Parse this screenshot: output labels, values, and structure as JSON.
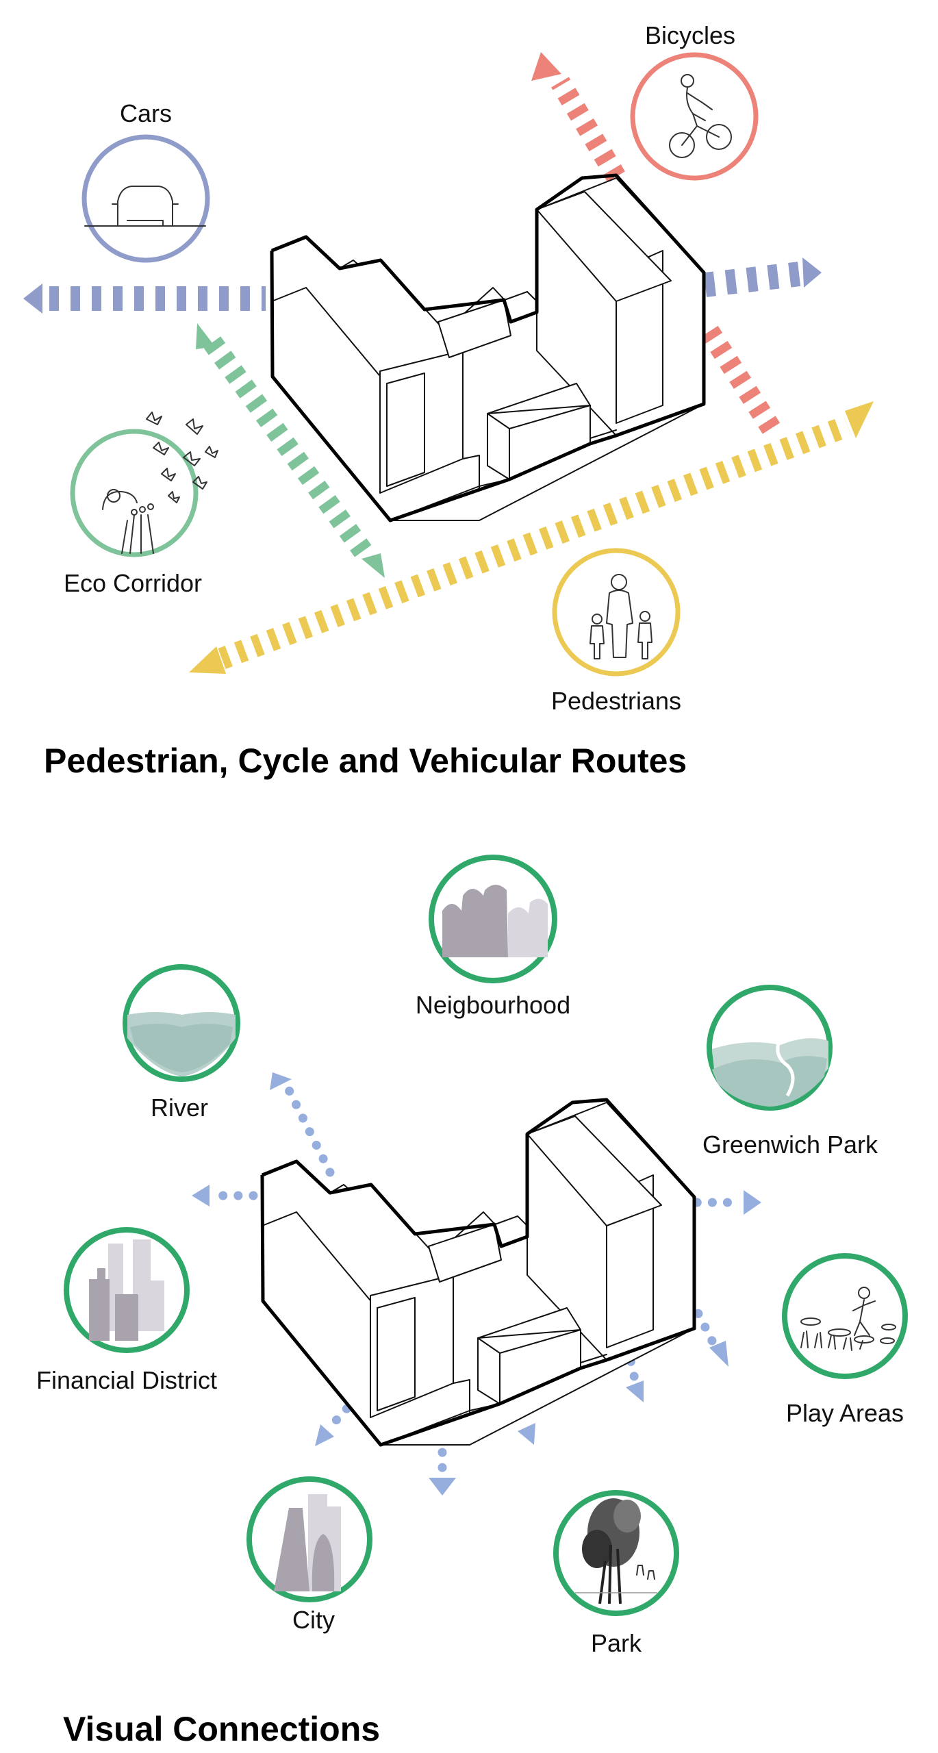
{
  "colors": {
    "cars": "#8f9bc9",
    "bicycles": "#ec8278",
    "eco": "#7fc39a",
    "pedestrians": "#ebc952",
    "visual": "#95aede",
    "visual_ring": "#2fa86a",
    "grey_dark": "#a9a3ad",
    "grey_light": "#d9d6dd",
    "water": "#b7d0cb"
  },
  "routes": {
    "title": "Pedestrian, Cycle and Vehicular Routes",
    "cars": {
      "label": "Cars",
      "icon": "car-icon"
    },
    "bicycles": {
      "label": "Bicycles",
      "icon": "cyclist-icon"
    },
    "eco": {
      "label": "Eco Corridor",
      "icon": "butterflies-icon"
    },
    "pedestrians": {
      "label": "Pedestrians",
      "icon": "family-icon"
    }
  },
  "visual": {
    "title": "Visual Connections",
    "neighbourhood": {
      "label": "Neigbourhood",
      "icon": "neighbourhood-icon"
    },
    "river": {
      "label": "River",
      "icon": "river-icon"
    },
    "greenwich": {
      "label": "Greenwich Park",
      "icon": "hills-icon"
    },
    "financial": {
      "label": "Financial District",
      "icon": "skyline-icon"
    },
    "play": {
      "label": "Play Areas",
      "icon": "play-area-icon"
    },
    "city": {
      "label": "City",
      "icon": "city-towers-icon"
    },
    "park": {
      "label": "Park",
      "icon": "tree-icon"
    }
  }
}
